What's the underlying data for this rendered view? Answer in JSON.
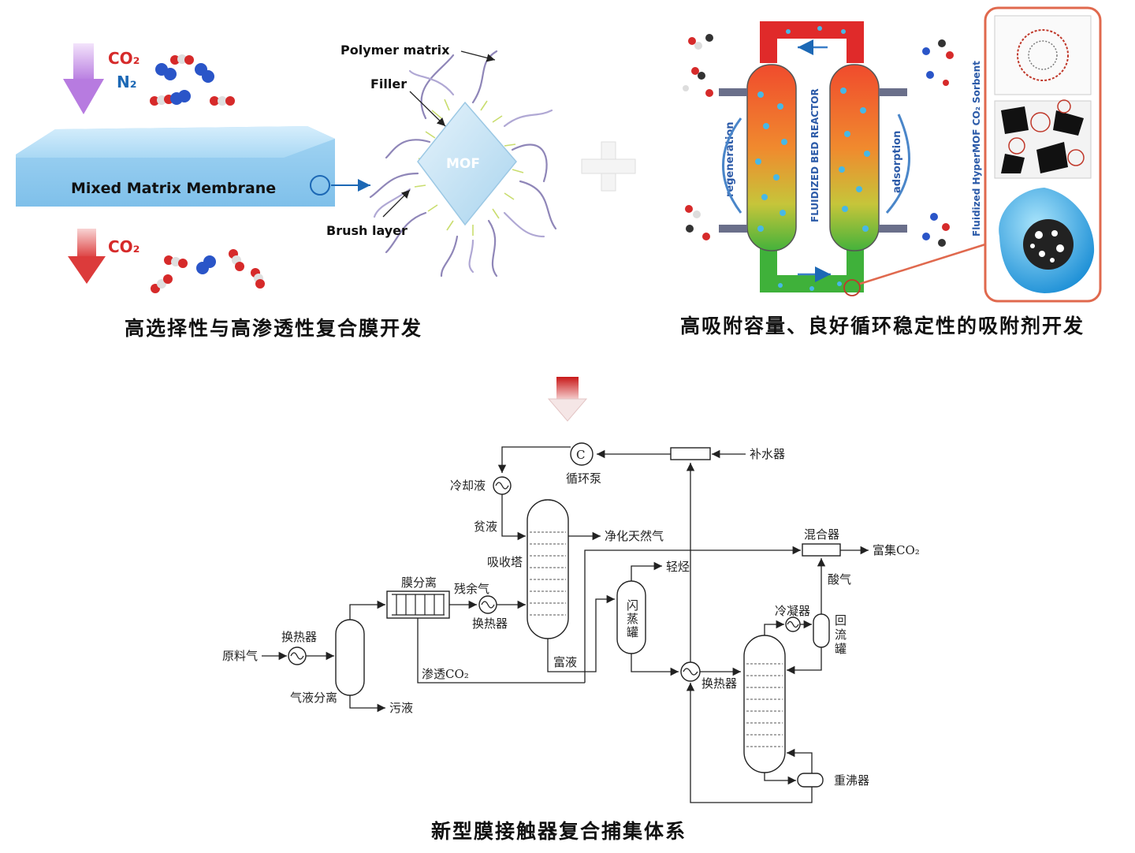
{
  "membrane_panel": {
    "feed_gas_1": "CO₂",
    "feed_gas_2": "N₂",
    "membrane_label": "Mixed Matrix Membrane",
    "permeate_gas": "CO₂",
    "polymer_label": "Polymer matrix",
    "filler_label": "Filler",
    "mof_label": "MOF",
    "brush_label": "Brush layer",
    "caption": "高选择性与高渗透性复合膜开发"
  },
  "reactor_panel": {
    "regeneration_label": "regeneration",
    "reactor_label": "FLUIDIZED BED REACTOR",
    "adsorption_label": "adsorption",
    "sorbent_label": "Fluidized HyperMOF CO₂ Sorbent",
    "caption": "高吸附容量、良好循环稳定性的吸附剂开发"
  },
  "process": {
    "makeup_water": "补水器",
    "pump_symbol": "C",
    "pump": "循环泵",
    "coolant": "冷却液",
    "lean_solution": "贫液",
    "purified_gas": "净化天然气",
    "absorber": "吸收塔",
    "membrane_sep": "膜分离",
    "residual_gas": "残余气",
    "heat_exchanger": "换热器",
    "feed_gas": "原料气",
    "gas_liquid_sep": "气液分离",
    "waste_liquid": "污液",
    "permeate_co2": "渗透CO₂",
    "rich_solution": "富液",
    "light_hc": "轻烃",
    "flash_tank": "闪蒸罐",
    "mixer": "混合器",
    "rich_co2": "富集CO₂",
    "acid_gas": "酸气",
    "condenser": "冷凝器",
    "reflux_tank": "回流罐",
    "reboiler": "重沸器",
    "caption": "新型膜接触器复合捕集体系"
  },
  "colors": {
    "membrane": "#9fd2f2",
    "feed_arrow": "#c58be8",
    "permeate_arrow": "#e25a5a",
    "co2_red": "#d62a2a",
    "n2_blue": "#1c68b5",
    "reactor_pipe": "#e02a2a",
    "reactor_hot": "#ef4b2f",
    "reactor_cool": "#3fb13a",
    "sorbent_frame": "#e0694e"
  }
}
